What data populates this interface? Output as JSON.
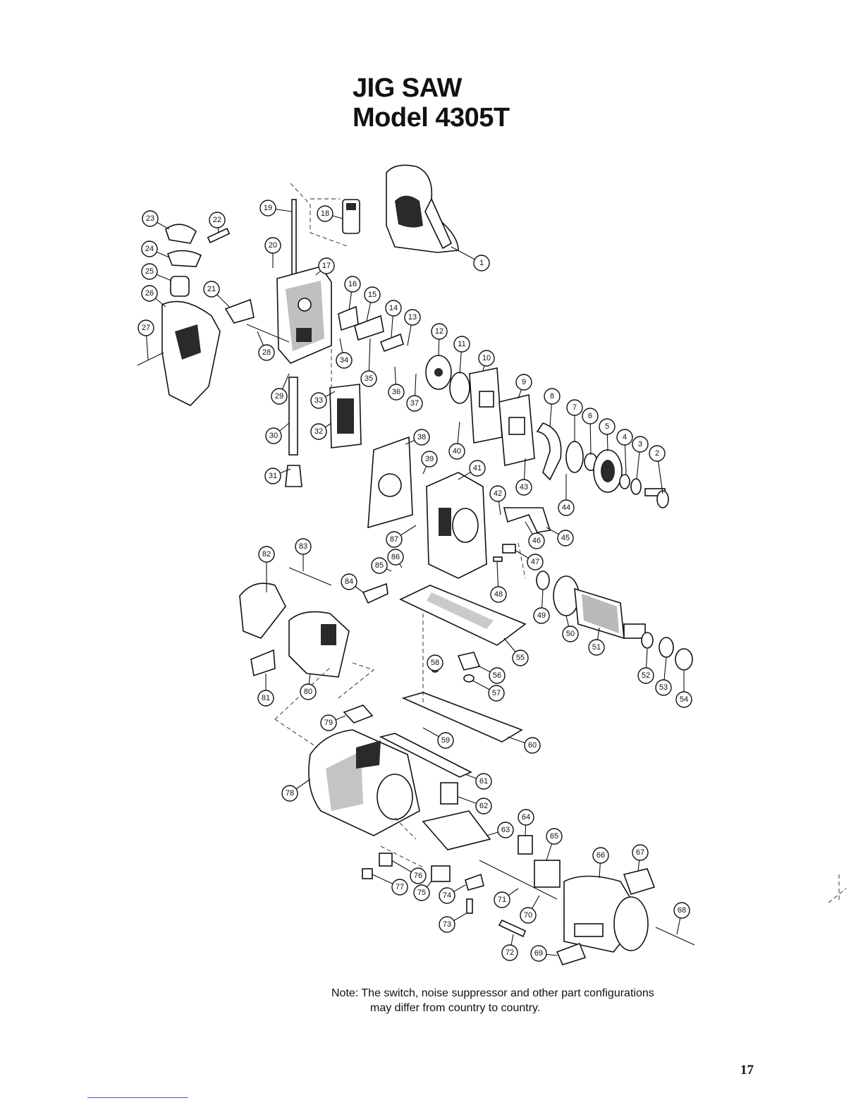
{
  "title": {
    "line1": "JIG SAW",
    "line2": "Model 4305T"
  },
  "note": {
    "line1": "Note: The switch, noise suppressor and other part configurations",
    "line2": "may differ from country to country."
  },
  "page_number": "17",
  "callouts": [
    "1",
    "2",
    "3",
    "4",
    "5",
    "6",
    "7",
    "8",
    "9",
    "10",
    "11",
    "12",
    "13",
    "14",
    "15",
    "16",
    "17",
    "18",
    "19",
    "20",
    "21",
    "22",
    "23",
    "24",
    "25",
    "26",
    "27",
    "28",
    "29",
    "30",
    "31",
    "32",
    "33",
    "34",
    "35",
    "36",
    "37",
    "38",
    "39",
    "40",
    "41",
    "42",
    "43",
    "44",
    "45",
    "46",
    "47",
    "48",
    "49",
    "50",
    "51",
    "52",
    "53",
    "54",
    "55",
    "56",
    "57",
    "58",
    "59",
    "60",
    "61",
    "62",
    "63",
    "64",
    "65",
    "66",
    "67",
    "68",
    "69",
    "70",
    "71",
    "72",
    "73",
    "74",
    "75",
    "76",
    "77",
    "78",
    "79",
    "80",
    "81",
    "82",
    "83",
    "84",
    "85",
    "86",
    "87"
  ]
}
